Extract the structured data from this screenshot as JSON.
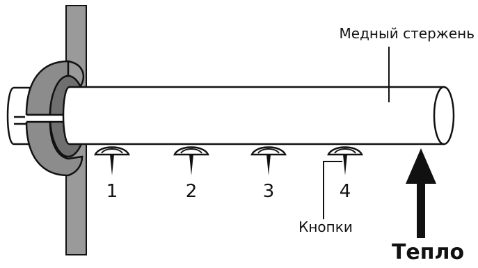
{
  "labels": {
    "rod": "Медный стержень",
    "pins": "Кнопки",
    "heat": "Тепло"
  },
  "pin_numbers": [
    "1",
    "2",
    "3",
    "4"
  ],
  "colors": {
    "stroke": "#111111",
    "wall": "#9a9a9a",
    "clamp": "#8c8c8c",
    "rod": "#ffffff"
  }
}
